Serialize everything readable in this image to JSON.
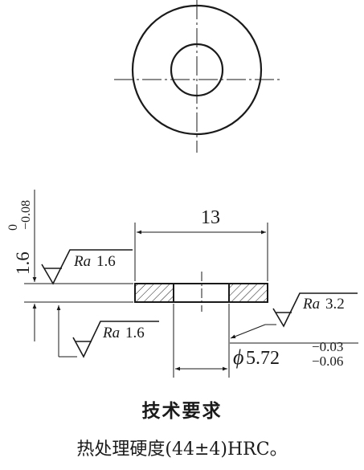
{
  "drawing": {
    "dimensions": {
      "length": "13",
      "thickness_nominal": "1.6",
      "thickness_upper_dev": "0",
      "thickness_lower_dev": "−0.08",
      "bore_symbol": "ϕ",
      "bore_nominal": "5.72",
      "bore_upper_dev": "−0.03",
      "bore_lower_dev": "−0.06"
    },
    "surface_finish": [
      {
        "prefix": "Ra",
        "value": "1.6"
      },
      {
        "prefix": "Ra",
        "value": "1.6"
      },
      {
        "prefix": "Ra",
        "value": "3.2"
      }
    ]
  },
  "notes": {
    "title": "技术要求",
    "item": "热处理硬度(44±4)HRC。"
  },
  "colors": {
    "ink": "#1a1a1a",
    "hatch": "#1a1a1a",
    "background": "#ffffff"
  }
}
